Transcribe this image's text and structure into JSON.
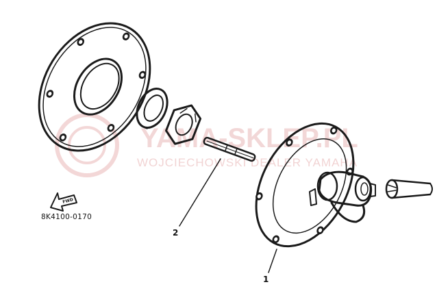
{
  "diagram": {
    "part_code": "8K4100-0170",
    "callouts": [
      {
        "number": "2"
      },
      {
        "number": "1"
      }
    ],
    "fwd_arrow_label": "FWD"
  },
  "watermark": {
    "title": "YAMA-SKLEP.PL",
    "subtitle": "WOJCIECHOWSKI DEALER YAMAHA"
  },
  "colors": {
    "ink": "#1a1a1a",
    "watermark": "#e9b7b7"
  }
}
